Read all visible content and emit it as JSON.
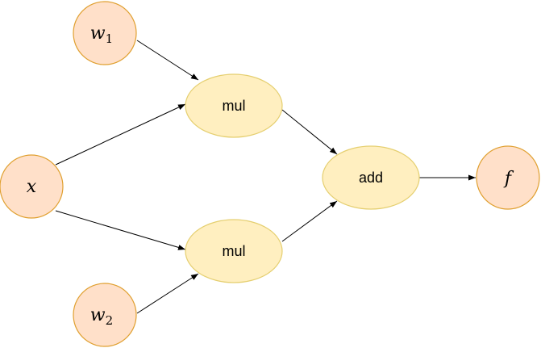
{
  "colors": {
    "input_fill": "#ffe0c9",
    "input_stroke": "#e0a030",
    "op_fill": "#ffefc0",
    "op_stroke": "#e5cf70",
    "edge": "#000000"
  },
  "nodes": {
    "w1": {
      "symbol": "w",
      "subscript": "1"
    },
    "x": {
      "symbol": "x"
    },
    "w2": {
      "symbol": "w",
      "subscript": "2"
    },
    "mul_top": {
      "label": "mul"
    },
    "mul_bottom": {
      "label": "mul"
    },
    "add": {
      "label": "add"
    },
    "f": {
      "symbol": "f"
    }
  },
  "edges": [
    {
      "from": "w1",
      "to": "mul_top"
    },
    {
      "from": "x",
      "to": "mul_top"
    },
    {
      "from": "x",
      "to": "mul_bottom"
    },
    {
      "from": "w2",
      "to": "mul_bottom"
    },
    {
      "from": "mul_top",
      "to": "add"
    },
    {
      "from": "mul_bottom",
      "to": "add"
    },
    {
      "from": "add",
      "to": "f"
    }
  ]
}
